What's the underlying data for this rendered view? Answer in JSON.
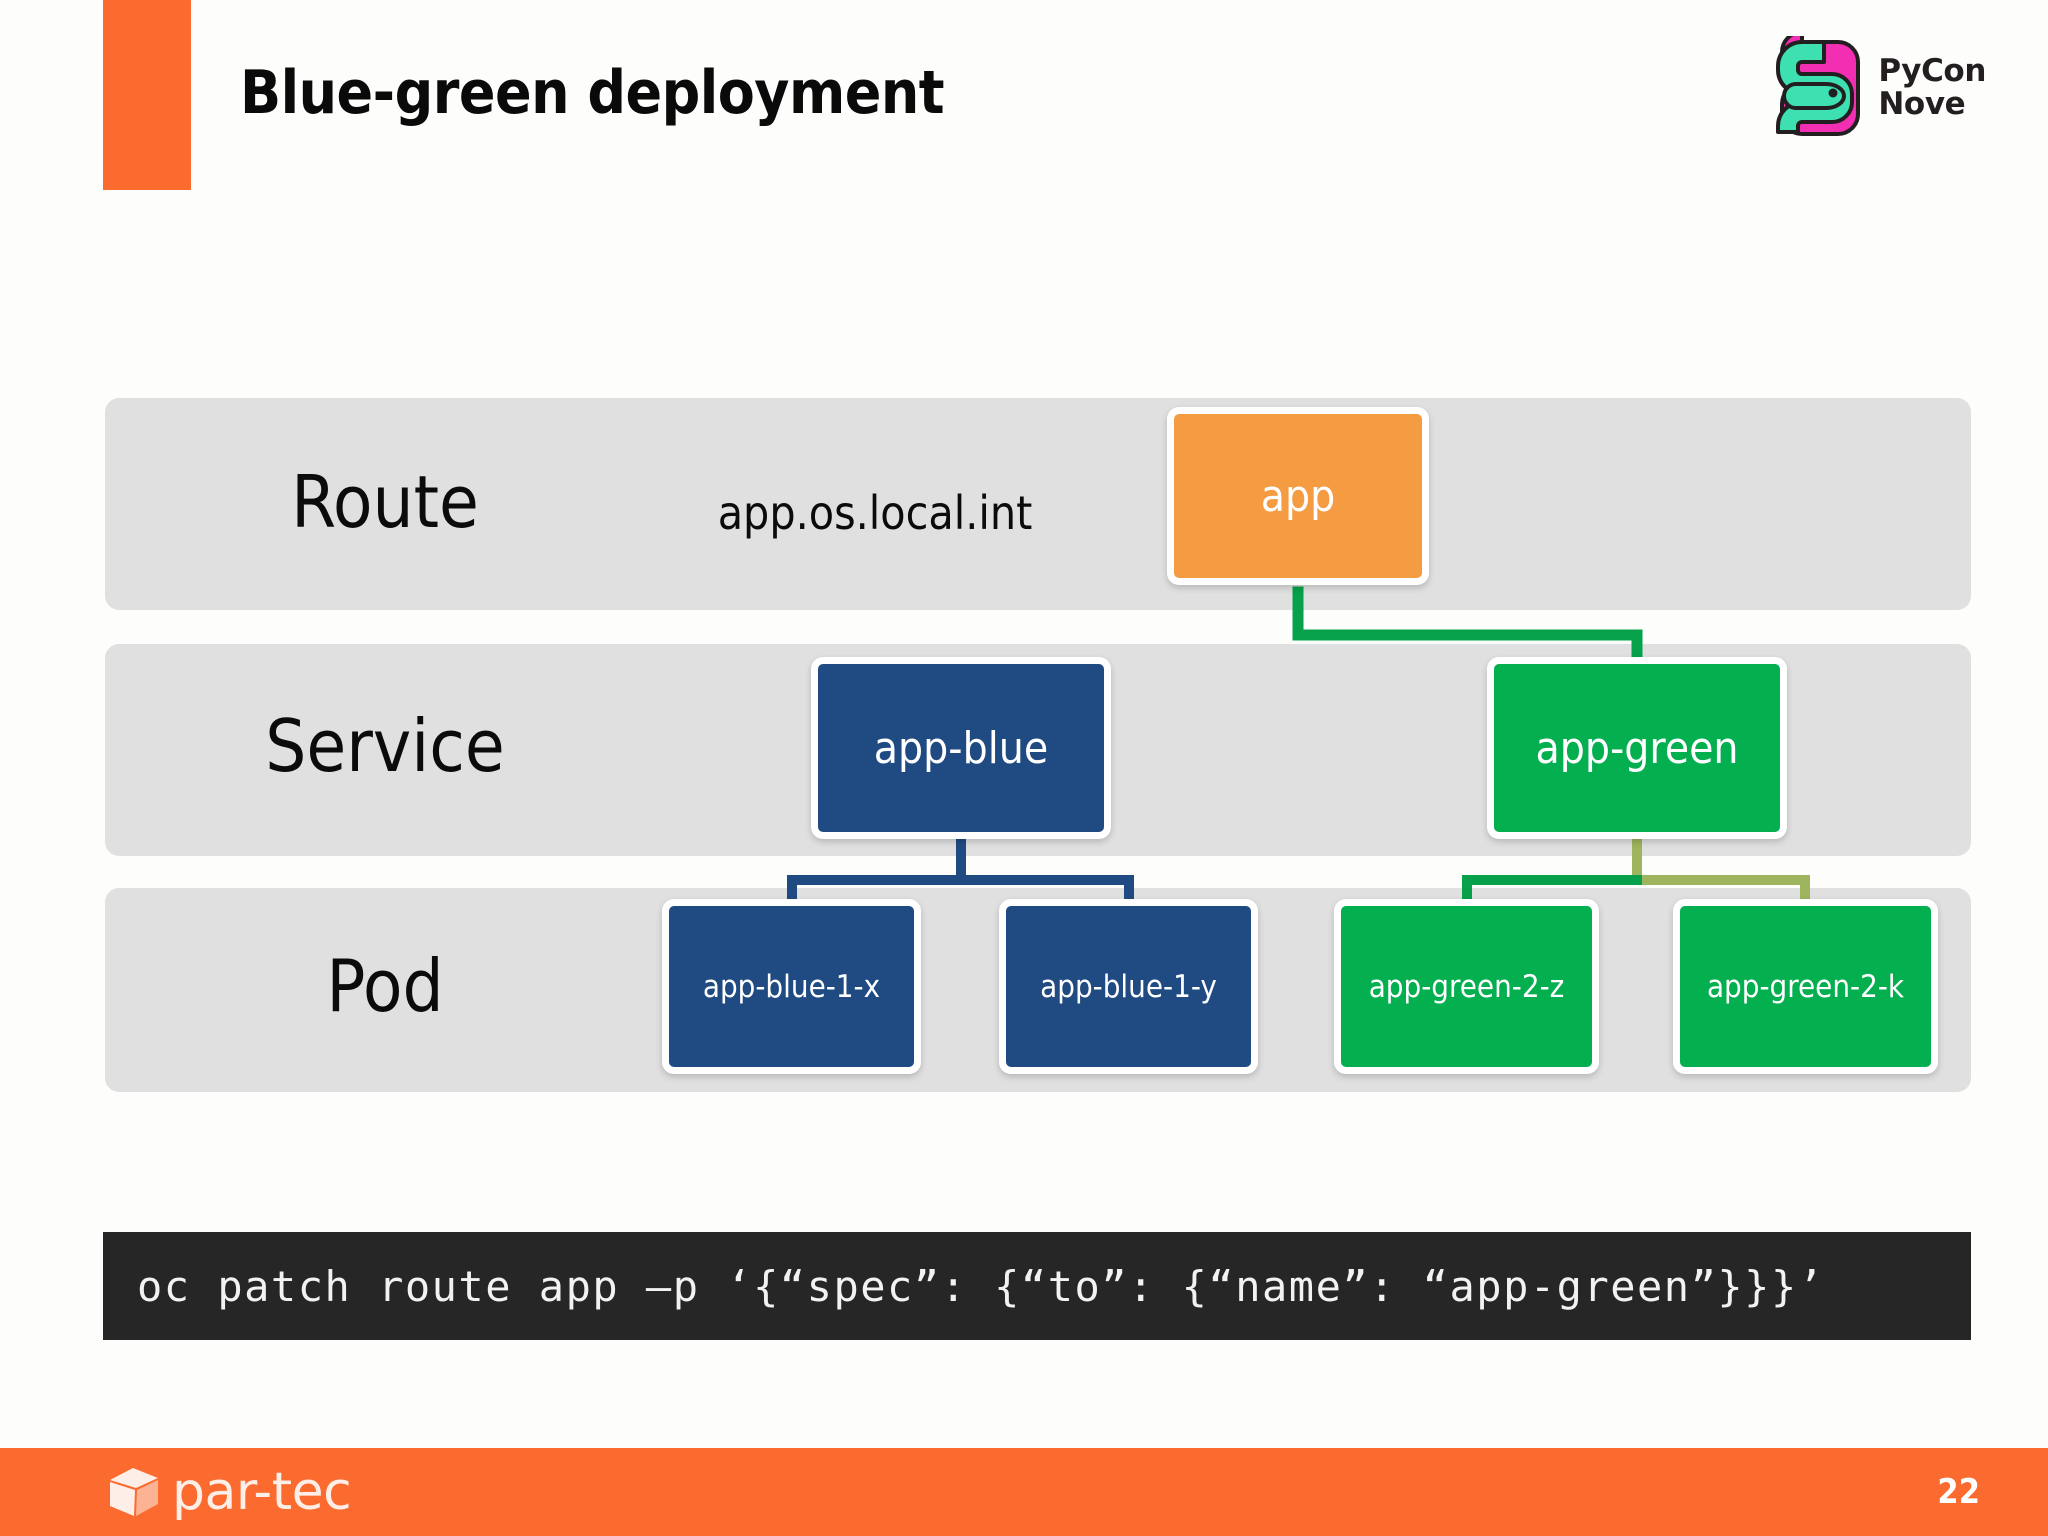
{
  "slide": {
    "title": "Blue-green deployment",
    "page_number": "22",
    "accent_color": "#FB6A2E",
    "background_color": "#FDFEFB"
  },
  "brand": {
    "pycon_line1": "PyCon",
    "pycon_line2": "Nove",
    "pycon_mint": "#3DE0B0",
    "pycon_magenta": "#F22FB2",
    "pycon_outline": "#231F20",
    "partec_wordmark": "par-tec",
    "partec_mark_color": "#FDEFE8"
  },
  "diagram": {
    "band_color": "#E0E0E0",
    "rows": [
      {
        "label": "Route",
        "annotation": "app.os.local.int"
      },
      {
        "label": "Service",
        "annotation": ""
      },
      {
        "label": "Pod",
        "annotation": ""
      }
    ],
    "nodes": {
      "route": {
        "label": "app",
        "color": "#F59B42"
      },
      "services": [
        {
          "label": "app-blue",
          "color": "#1F4B82"
        },
        {
          "label": "app-green",
          "color": "#04AF50"
        }
      ],
      "pods": [
        {
          "label": "app-blue-1-x",
          "color": "#1F4B82"
        },
        {
          "label": "app-blue-1-y",
          "color": "#1F4B82"
        },
        {
          "label": "app-green-2-z",
          "color": "#04AF50"
        },
        {
          "label": "app-green-2-k",
          "color": "#04AF50"
        }
      ]
    },
    "connector_colors": {
      "active_green": "#06A14A",
      "blue": "#1F4B82",
      "olive": "#9FB45E"
    }
  },
  "code": {
    "command": "oc patch route app –p ‘{“spec”: {“to”: {“name”: “app-green”}}}’",
    "background": "#262626",
    "text_color": "#F2F2F2"
  }
}
